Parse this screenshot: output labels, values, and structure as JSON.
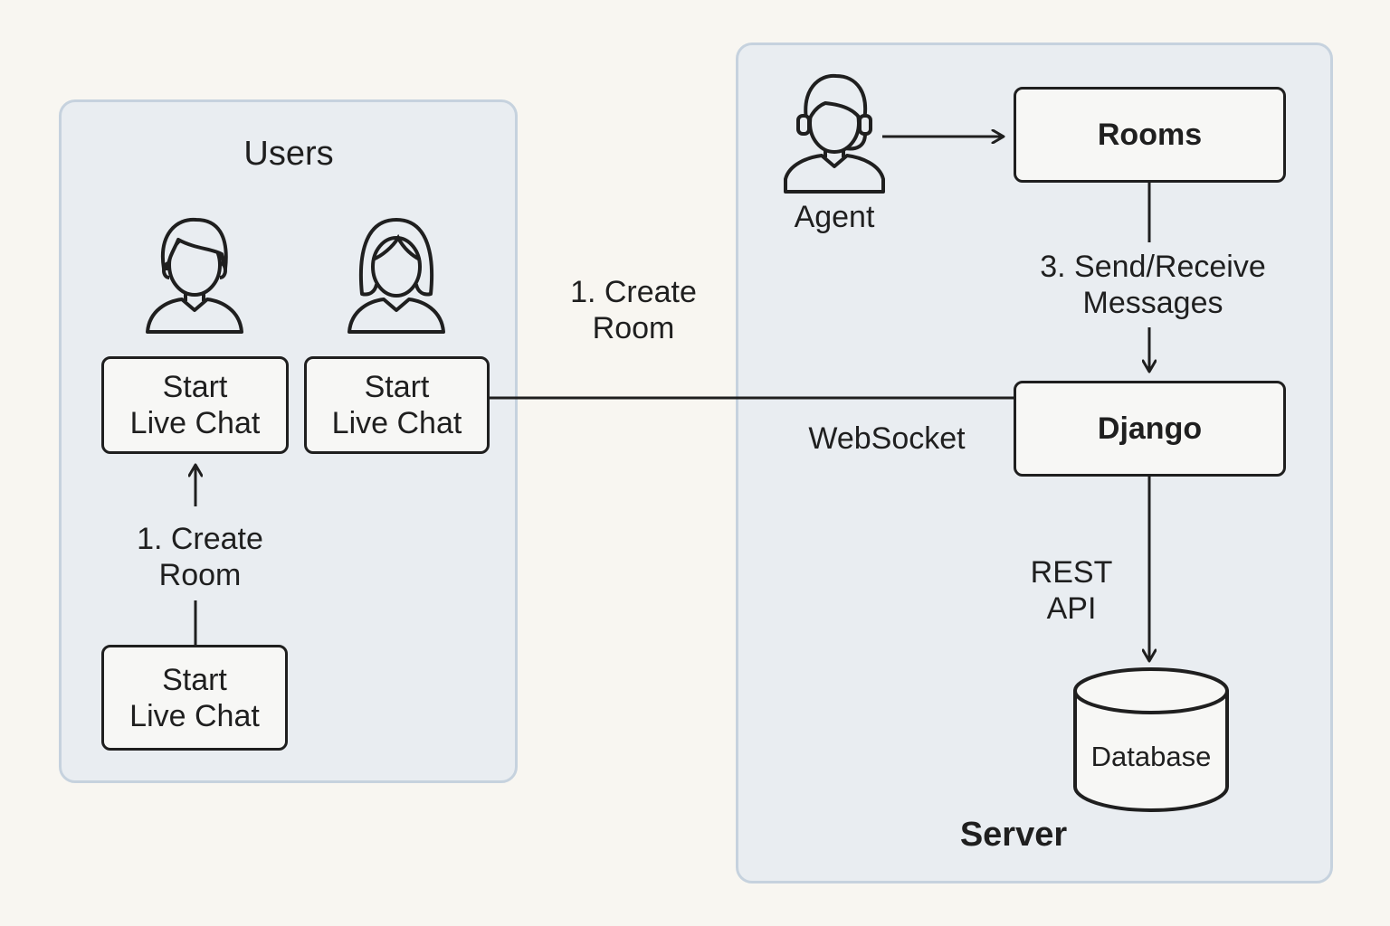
{
  "users_panel": {
    "title": "Users"
  },
  "users": {
    "top_left_button": "Start\nLive Chat",
    "top_right_button": "Start\nLive Chat",
    "bottom_button": "Start\nLive Chat",
    "inner_arrow_label": "1. Create\nRoom"
  },
  "connection": {
    "create_room_label": "1. Create\nRoom",
    "websocket_label": "WebSocket"
  },
  "server_panel": {
    "title": "Server"
  },
  "server": {
    "agent_label": "Agent",
    "rooms": "Rooms",
    "messages_label": "3. Send/Receive\nMessages",
    "django": "Django",
    "rest_label": "REST\nAPI",
    "database": "Database"
  },
  "icons": [
    "user-male-icon",
    "user-female-icon",
    "agent-headset-icon",
    "database-cylinder-icon"
  ]
}
